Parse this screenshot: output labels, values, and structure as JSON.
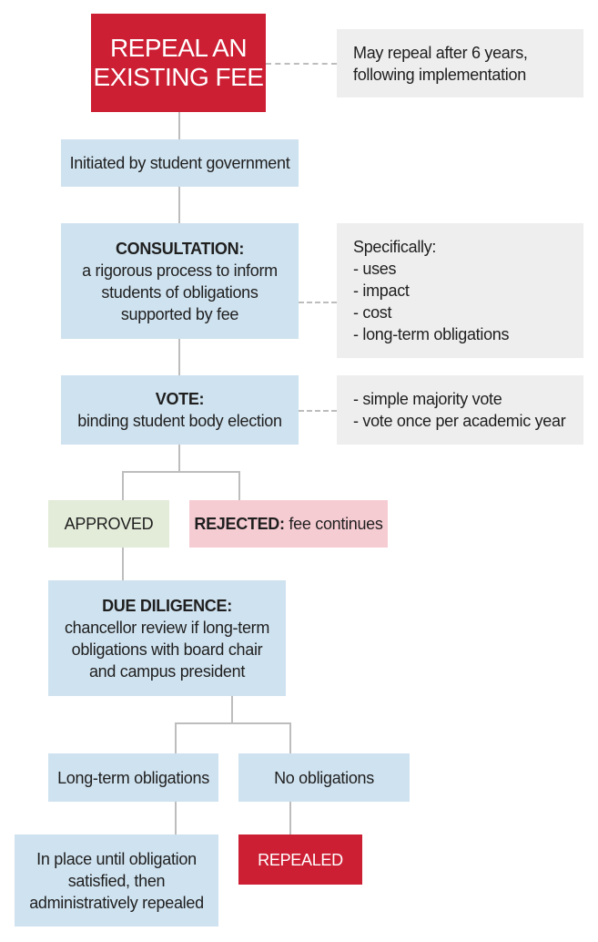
{
  "title": {
    "line1": "REPEAL AN",
    "line2": "EXISTING FEE"
  },
  "note_repeal": {
    "line1": "May repeal after 6 years,",
    "line2": "following implementation"
  },
  "initiated": "Initiated by student government",
  "consultation": {
    "heading": "CONSULTATION:",
    "lines": [
      "a rigorous process to inform",
      "students of obligations",
      "supported by fee"
    ]
  },
  "consultation_note": {
    "heading": "Specifically:",
    "items": [
      "- uses",
      "- impact",
      "- cost",
      "- long-term obligations"
    ]
  },
  "vote": {
    "heading": "VOTE:",
    "desc": "binding student body election"
  },
  "vote_note": {
    "items": [
      "- simple majority vote",
      "- vote once per academic year"
    ]
  },
  "approved": "APPROVED",
  "rejected": {
    "heading": "REJECTED:",
    "desc": " fee continues"
  },
  "due_diligence": {
    "heading": "DUE DILIGENCE:",
    "lines": [
      "chancellor review if long-term",
      "obligations with board chair",
      "and campus president"
    ]
  },
  "long_term": "Long-term obligations",
  "no_obligations": "No obligations",
  "in_place": {
    "lines": [
      "In place until obligation",
      "satisfied, then",
      "administratively repealed"
    ]
  },
  "repealed": "REPEALED",
  "colors": {
    "red": "#cc1f34",
    "blue": "#cfe2ef",
    "gray": "#eeeeee",
    "green": "#e3ecd9",
    "pink": "#f6ccd3",
    "connector": "#bdbdbd"
  }
}
